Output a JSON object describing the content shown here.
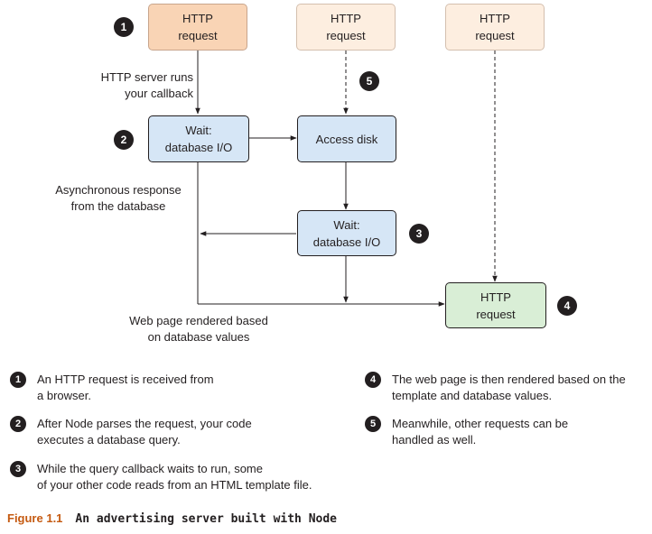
{
  "diagram": {
    "boxes": {
      "request1": "HTTP\nrequest",
      "request2": "HTTP\nrequest",
      "request3": "HTTP\nrequest",
      "wait1": "Wait:\ndatabase I/O",
      "access_disk": "Access disk",
      "wait2": "Wait:\ndatabase I/O",
      "response": "HTTP\nrequest"
    },
    "labels": {
      "server_runs": "HTTP server runs\nyour callback",
      "async_response": "Asynchronous response\nfrom the database",
      "rendered": "Web page rendered based\non database values"
    },
    "badges": [
      "1",
      "2",
      "3",
      "4",
      "5"
    ]
  },
  "legend": [
    {
      "num": "1",
      "text": "An HTTP request is received from\na browser."
    },
    {
      "num": "2",
      "text": "After Node parses the request, your code\nexecutes a database query."
    },
    {
      "num": "3",
      "text": "While the query callback waits to run, some\nof your other code reads from an HTML template file."
    },
    {
      "num": "4",
      "text": "The web page is then rendered based on the\ntemplate and database values."
    },
    {
      "num": "5",
      "text": "Meanwhile, other requests can be\nhandled as well."
    }
  ],
  "caption": {
    "figure": "Figure 1.1",
    "title": "An advertising server built with Node"
  },
  "colors": {
    "line": "#231f20",
    "request_primary": "#f9d4b5",
    "request_faded": "#fdeee0",
    "wait": "#d6e6f6",
    "done": "#d9eed6",
    "figure_label": "#c55a11"
  }
}
